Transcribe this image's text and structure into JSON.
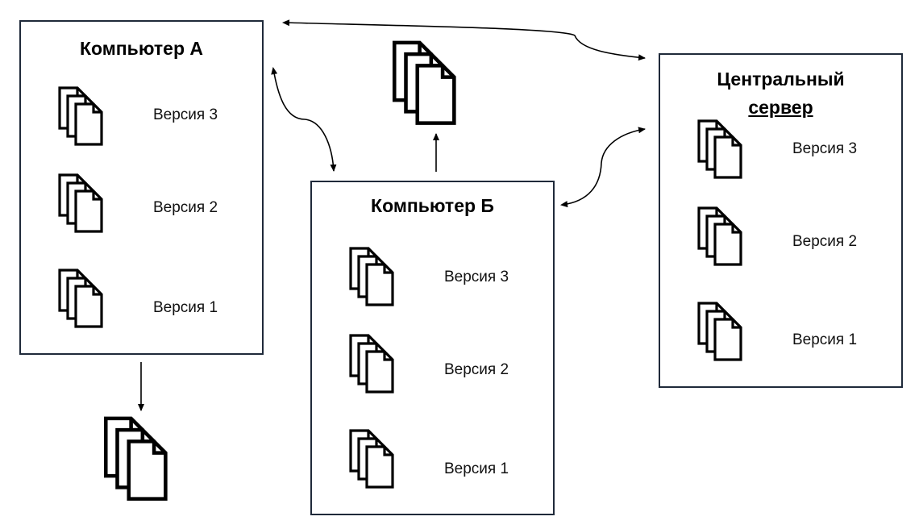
{
  "computer_a": {
    "title": "Компьютер А",
    "versions": [
      "Версия 3",
      "Версия 2",
      "Версия 1"
    ]
  },
  "computer_b": {
    "title": "Компьютер Б",
    "versions": [
      "Версия 3",
      "Версия 2",
      "Версия 1"
    ]
  },
  "central_server": {
    "title_line1": "Центральный",
    "title_line2": "сервер",
    "versions": [
      "Версия 3",
      "Версия 2",
      "Версия 1"
    ]
  },
  "colors": {
    "box_border": "#1f2a3a",
    "icon": "#000000",
    "arrow": "#000000"
  },
  "icon_name": "file-stack-icon"
}
